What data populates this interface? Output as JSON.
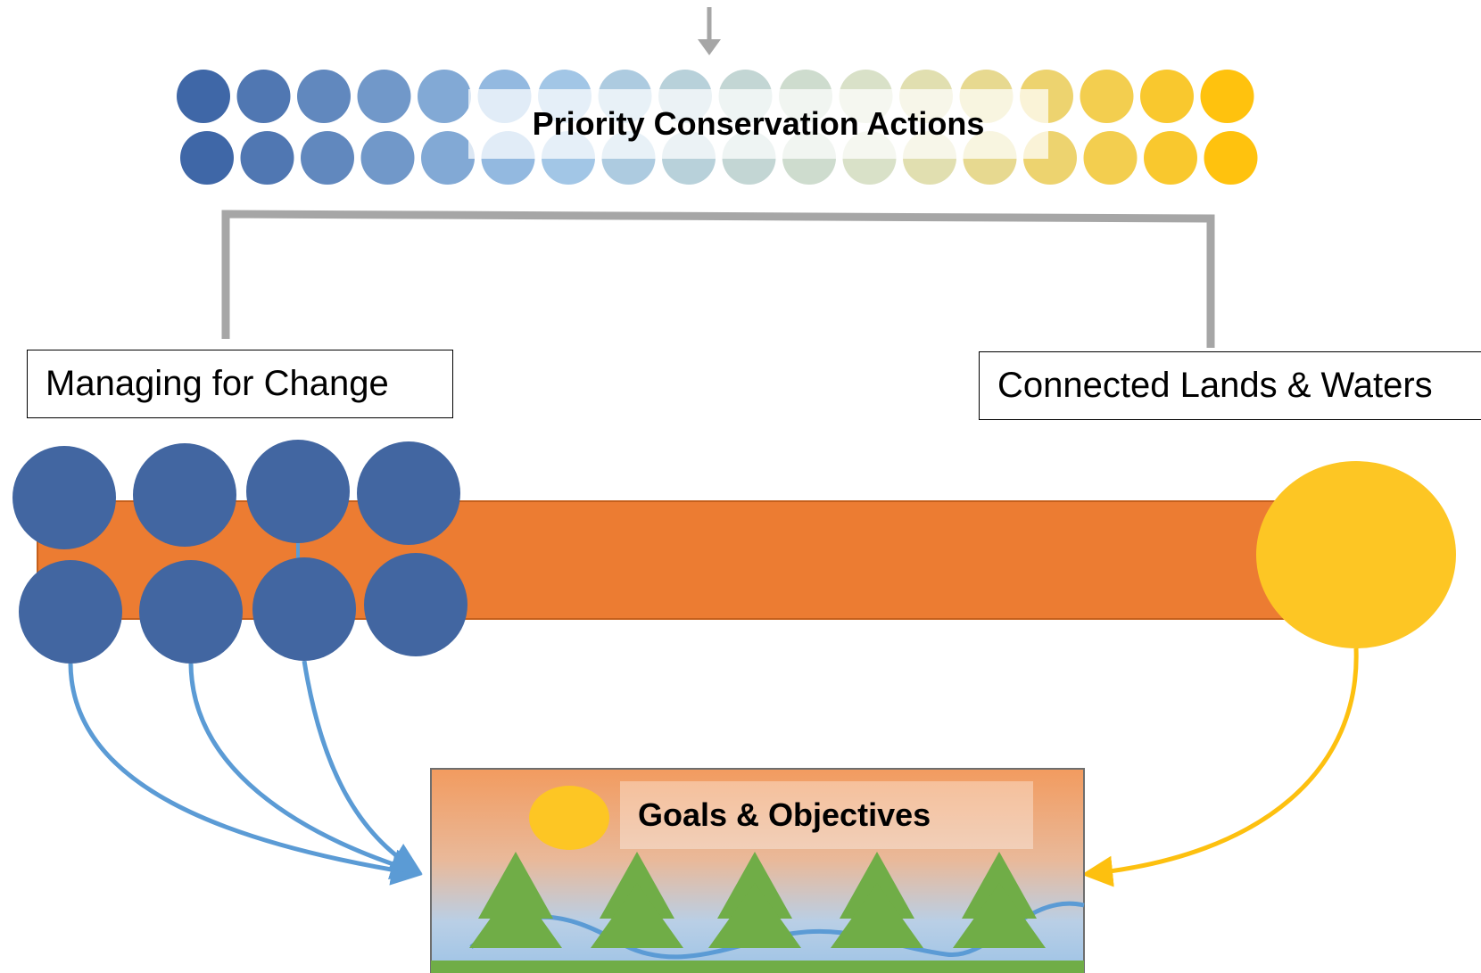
{
  "diagram": {
    "title": "Priority Conservation Actions",
    "left_label": "Managing for Change",
    "right_label": "Connected Lands & Waters",
    "goal_label": "Goals & Objectives"
  },
  "colors": {
    "gradient_start": "#3f67a7",
    "gradient_mid_blue": "#9ec4e8",
    "gradient_mid_pale": "#dde3c6",
    "gradient_end": "#ffc20e",
    "action_blue": "#4266a1",
    "action_yellow": "#fdc624",
    "bar_orange": "#ec7c32",
    "bracket_gray": "#a6a6a6",
    "arrow_blue": "#5b9bd5",
    "arrow_yellow": "#fdc00f",
    "tree_green": "#70ad47",
    "ground_green": "#70ad47",
    "sky_top": "#f29b5f",
    "sky_bottom": "#9dc3e6",
    "river_blue": "#5b9bd5"
  },
  "icons": {
    "top_arrow": "down-arrow-icon",
    "sun": "sun-icon",
    "tree": "pine-tree-icon"
  }
}
